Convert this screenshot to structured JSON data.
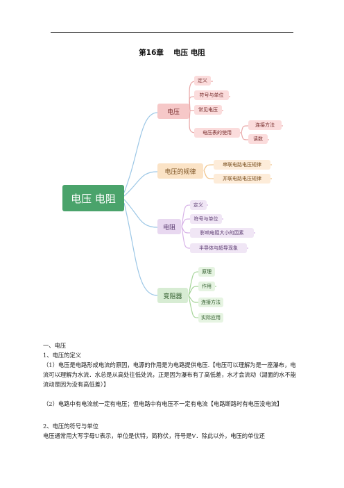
{
  "document": {
    "title": "第16章　 电压  电阻"
  },
  "mindmap": {
    "root": "电压 电阻",
    "branches": [
      {
        "label": "电压",
        "children": [
          "定义",
          "符号与单位",
          "常见电压",
          "电压表的使用"
        ],
        "sub": [
          "连接方法",
          "读数"
        ]
      },
      {
        "label": "电压的规律",
        "children": [
          "串联电路电压规律",
          "并联电路电压规律"
        ]
      },
      {
        "label": "电阻",
        "children": [
          "定义",
          "符号与单位",
          "影响电阻大小的因素",
          "半导体与超导现象"
        ]
      },
      {
        "label": "变阻器",
        "children": [
          "原理",
          "作用",
          "连接方法",
          "实际应用"
        ]
      }
    ]
  },
  "body": {
    "h1": "一、电压",
    "h2a": "1、电压的定义",
    "p1": "（1）电压是电路形成电流的原因，电源的作用是为电路提供电压.【电压可以理解为是一座瀑布，电流可以理解为水流．水总是从高处往低处流，正是因为瀑布有了高低差，水才会流动（湖面的水不能流动是因为没有高低差）】",
    "p2": "（2）电路中有电流就一定有电压；但电路中有电压不一定有电流【电路断路时有电压没电流】",
    "h2b": "2、电压的符号与单位",
    "p3": "电压通常用大写字母U表示，单位是伏特，简称伏，符号是V．除此以外，电压的单位还"
  }
}
